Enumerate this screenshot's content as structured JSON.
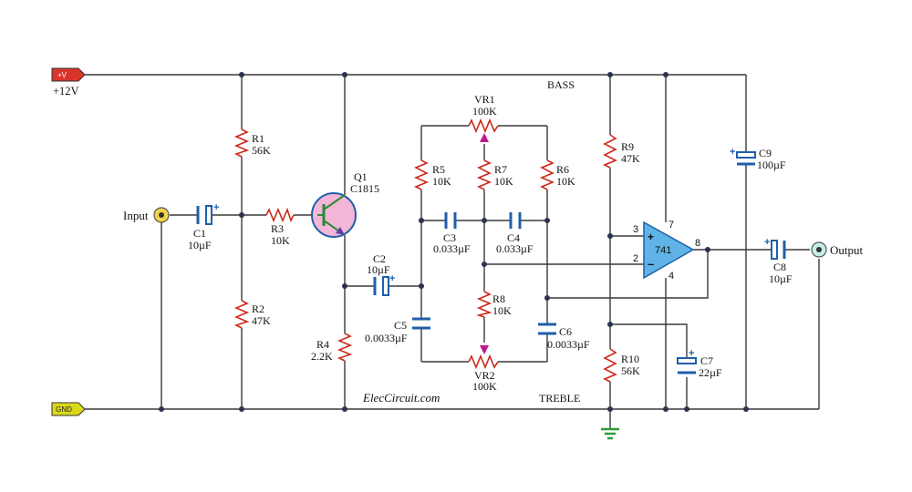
{
  "rails": {
    "vplus_tag": "+V",
    "vplus_label": "+12V",
    "gnd_tag": "GND"
  },
  "io": {
    "input_label": "Input",
    "output_label": "Output"
  },
  "sections": {
    "bass": "BASS",
    "treble": "TREBLE"
  },
  "watermark": "ElecCircuit.com",
  "components": {
    "r1": {
      "name": "R1",
      "value": "56K"
    },
    "r2": {
      "name": "R2",
      "value": "47K"
    },
    "r3": {
      "name": "R3",
      "value": "10K"
    },
    "r4": {
      "name": "R4",
      "value": "2.2K"
    },
    "r5": {
      "name": "R5",
      "value": "10K"
    },
    "r6": {
      "name": "R6",
      "value": "10K"
    },
    "r7": {
      "name": "R7",
      "value": "10K"
    },
    "r8": {
      "name": "R8",
      "value": "10K"
    },
    "r9": {
      "name": "R9",
      "value": "47K"
    },
    "r10": {
      "name": "R10",
      "value": "56K"
    },
    "vr1": {
      "name": "VR1",
      "value": "100K"
    },
    "vr2": {
      "name": "VR2",
      "value": "100K"
    },
    "c1": {
      "name": "C1",
      "value": "10µF"
    },
    "c2": {
      "name": "C2",
      "value": "10µF"
    },
    "c3": {
      "name": "C3",
      "value": "0.033µF"
    },
    "c4": {
      "name": "C4",
      "value": "0.033µF"
    },
    "c5": {
      "name": "C5",
      "value": "0.0033µF"
    },
    "c6": {
      "name": "C6",
      "value": "0.0033µF"
    },
    "c7": {
      "name": "C7",
      "value": "22µF"
    },
    "c8": {
      "name": "C8",
      "value": "10µF"
    },
    "c9": {
      "name": "C9",
      "value": "100µF"
    },
    "q1": {
      "name": "Q1",
      "value": "C1815"
    },
    "ic": {
      "name": "741",
      "pin3": "3",
      "pin2": "2",
      "pin7": "7",
      "pin4": "4",
      "pin8": "8"
    }
  },
  "colors": {
    "resistor": "#cc2a1a",
    "capacitor": "#1f5fa8",
    "transistor_fill": "#f4b6d6",
    "opamp_fill": "#5fb3e6",
    "vplus_tag": "#d9342b",
    "gnd_tag": "#d9d91a",
    "ground_symbol": "#2e9a3a",
    "pot_arrow": "#c0188c"
  }
}
